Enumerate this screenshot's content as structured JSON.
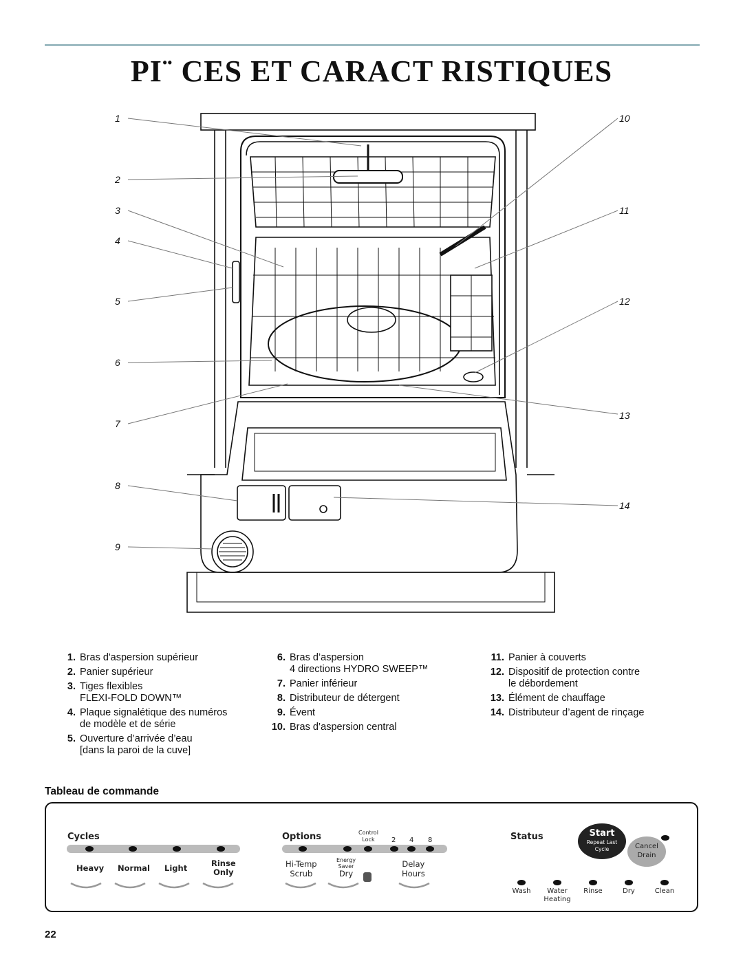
{
  "page": {
    "title": "PI¨ CES ET CARACT  RISTIQUES",
    "page_number": "22"
  },
  "callouts": {
    "c1": "1",
    "c2": "2",
    "c3": "3",
    "c4": "4",
    "c5": "5",
    "c6": "6",
    "c7": "7",
    "c8": "8",
    "c9": "9",
    "c10": "10",
    "c11": "11",
    "c12": "12",
    "c13": "13",
    "c14": "14"
  },
  "legend": {
    "col1": [
      {
        "num": "1.",
        "text": "Bras d'aspersion supérieur"
      },
      {
        "num": "2.",
        "text": "Panier supérieur"
      },
      {
        "num": "3.",
        "text": "Tiges flexibles\nFLEXI-FOLD DOWN™"
      },
      {
        "num": "4.",
        "text": "Plaque signalétique des numéros\nde modèle et de série"
      },
      {
        "num": "5.",
        "text": "Ouverture d’arrivée d’eau\n[dans la paroi de la cuve]"
      }
    ],
    "col2": [
      {
        "num": "6.",
        "text": "Bras d’aspersion\n4 directions HYDRO SWEEP™"
      },
      {
        "num": "7.",
        "text": "Panier inférieur"
      },
      {
        "num": "8.",
        "text": "Distributeur de détergent"
      },
      {
        "num": "9.",
        "text": "Évent"
      },
      {
        "num": "10.",
        "text": "Bras d’aspersion central"
      }
    ],
    "col3": [
      {
        "num": "11.",
        "text": "Panier à couverts"
      },
      {
        "num": "12.",
        "text": "Dispositif de protection contre\nle débordement"
      },
      {
        "num": "13.",
        "text": "Élément de chauffage"
      },
      {
        "num": "14.",
        "text": "Distributeur d’agent de rinçage"
      }
    ]
  },
  "control_panel": {
    "heading": "Tableau de commande",
    "cycles_label": "Cycles",
    "cycles": {
      "heavy": "Heavy",
      "normal": "Normal",
      "light": "Light",
      "rinse_only_1": "Rinse",
      "rinse_only_2": "Only"
    },
    "options_label": "Options",
    "control_lock_1": "Control",
    "control_lock_2": "Lock",
    "delay_nums": {
      "d2": "2",
      "d4": "4",
      "d8": "8"
    },
    "options": {
      "hitemp_1": "Hi-Temp",
      "hitemp_2": "Scrub",
      "energy_1": "Energy",
      "energy_2": "Saver",
      "energy_3": "Dry",
      "delay_1": "Delay",
      "delay_2": "Hours"
    },
    "status_label": "Status",
    "start": {
      "label": "Start",
      "sub1": "Repeat Last",
      "sub2": "Cycle"
    },
    "cancel": {
      "label1": "Cancel",
      "label2": "Drain"
    },
    "status": {
      "wash": "Wash",
      "water_1": "Water",
      "water_2": "Heating",
      "rinse": "Rinse",
      "dry": "Dry",
      "clean": "Clean"
    }
  }
}
